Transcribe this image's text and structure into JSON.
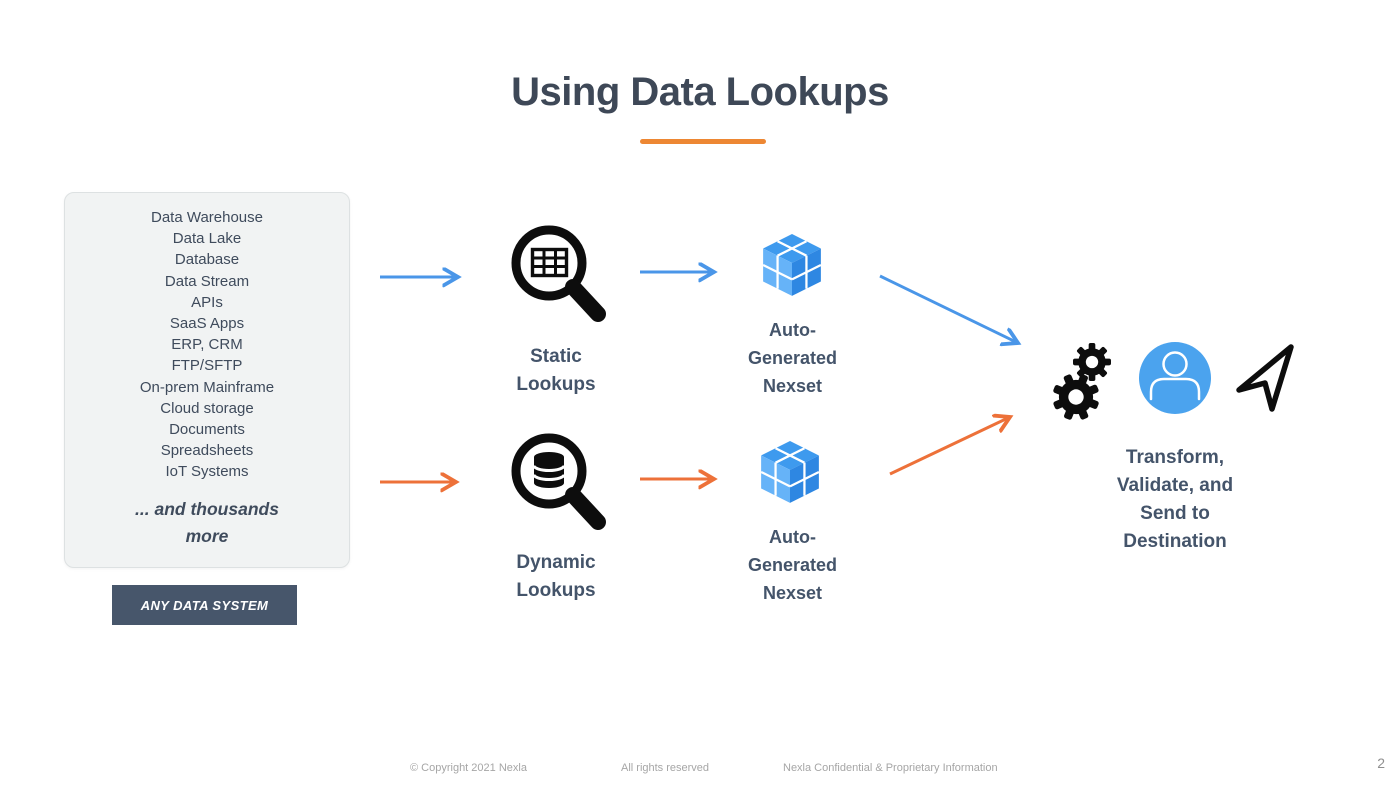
{
  "slide": {
    "title": "Using Data Lookups",
    "page_number": "2",
    "colors": {
      "title_slate": "#3E4857",
      "label_slate": "#44546A",
      "accent_orange": "#ED7733",
      "accent_blue": "#4A96E8",
      "nexset_top_blue": "#3E9AEE",
      "nexset_left_blue": "#66B3F8",
      "nexset_right_blue": "#2E87E2",
      "avatar_blue": "#4BA3EE",
      "panel_gray": "#F1F3F3",
      "badge_slate": "#47566B"
    }
  },
  "source_panel": {
    "items": [
      "Data Warehouse",
      "Data Lake",
      "Database",
      "Data Stream",
      "APIs",
      "SaaS Apps",
      "ERP, CRM",
      "FTP/SFTP",
      "On-prem Mainframe",
      "Cloud storage",
      "Documents",
      "Spreadsheets",
      "IoT Systems"
    ],
    "more_note": "...  and thousands\nmore",
    "badge": "ANY DATA SYSTEM"
  },
  "flows": {
    "static": {
      "label": "Static\nLookups",
      "icon": "magnifier-table-icon",
      "nexset_label": "Auto-\nGenerated\nNexset",
      "arrow_color": "#4A96E8"
    },
    "dynamic": {
      "label": "Dynamic\nLookups",
      "icon": "magnifier-database-icon",
      "nexset_label": "Auto-\nGenerated\nNexset",
      "arrow_color": "#ED7139"
    }
  },
  "destination": {
    "label": "Transform,\nValidate, and\nSend to\nDestination",
    "icons": [
      "gears-icon",
      "user-avatar-icon",
      "send-plane-icon"
    ]
  },
  "footer": {
    "copyright": "© Copyright 2021 Nexla",
    "rights": "All rights reserved",
    "confidential": "Nexla Confidential & Proprietary Information"
  }
}
